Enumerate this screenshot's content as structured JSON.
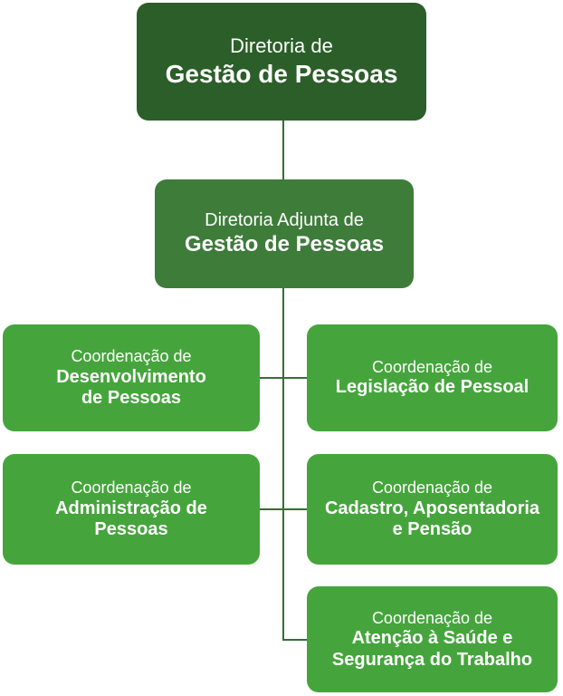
{
  "chart": {
    "root": {
      "line1": "Diretoria de",
      "line2": "Gestão de Pessoas"
    },
    "adjunct": {
      "line1": "Diretoria Adjunta de",
      "line2": "Gestão de Pessoas"
    },
    "coordinations": [
      {
        "prefix": "Coordenação de",
        "bold": [
          "Desenvolvimento",
          "de Pessoas"
        ]
      },
      {
        "prefix": "Coordenação de",
        "bold": [
          "Legislação de Pessoal"
        ]
      },
      {
        "prefix": "Coordenação de",
        "bold": [
          "Administração de",
          "Pessoas"
        ]
      },
      {
        "prefix": "Coordenação de",
        "bold": [
          "Cadastro, Aposentadoria",
          "e Pensão"
        ]
      },
      {
        "prefix": "Coordenação de",
        "bold": [
          "Atenção à Saúde e",
          "Segurança do Trabalho"
        ]
      }
    ],
    "colors": {
      "level1_background": "#2c5e29",
      "level2_background": "#3d7c39",
      "level3_background": "#45a53c",
      "connector": "#356f33",
      "text": "#ffffff",
      "page_background": "#ffffff"
    }
  }
}
